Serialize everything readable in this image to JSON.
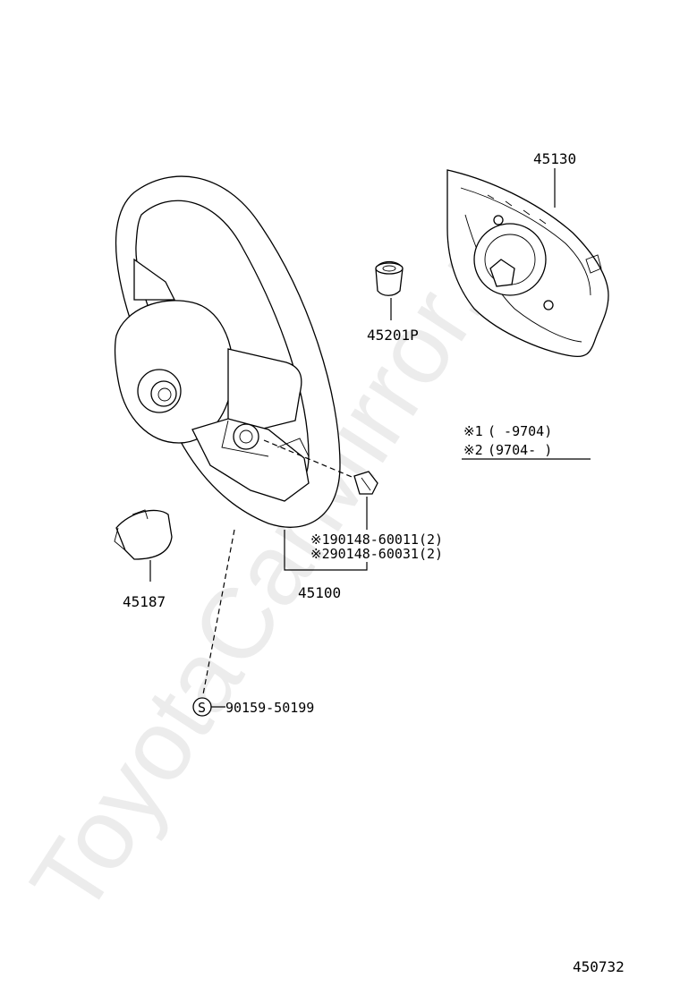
{
  "watermark": "ToyotaCarMirror.ru",
  "labels": {
    "p45130": "45130",
    "p45201p": "45201P",
    "p45187": "45187",
    "p45100": "45100",
    "bolt1": "※190148-60011(2)",
    "bolt2": "※290148-60031(2)",
    "screw_symbol": "S",
    "screw": "90159-50199"
  },
  "notes": {
    "n1_mark": "※1",
    "n1_range": "(      -9704)",
    "n2_mark": "※2",
    "n2_range": "(9704-      )"
  },
  "diagram_number": "450732"
}
